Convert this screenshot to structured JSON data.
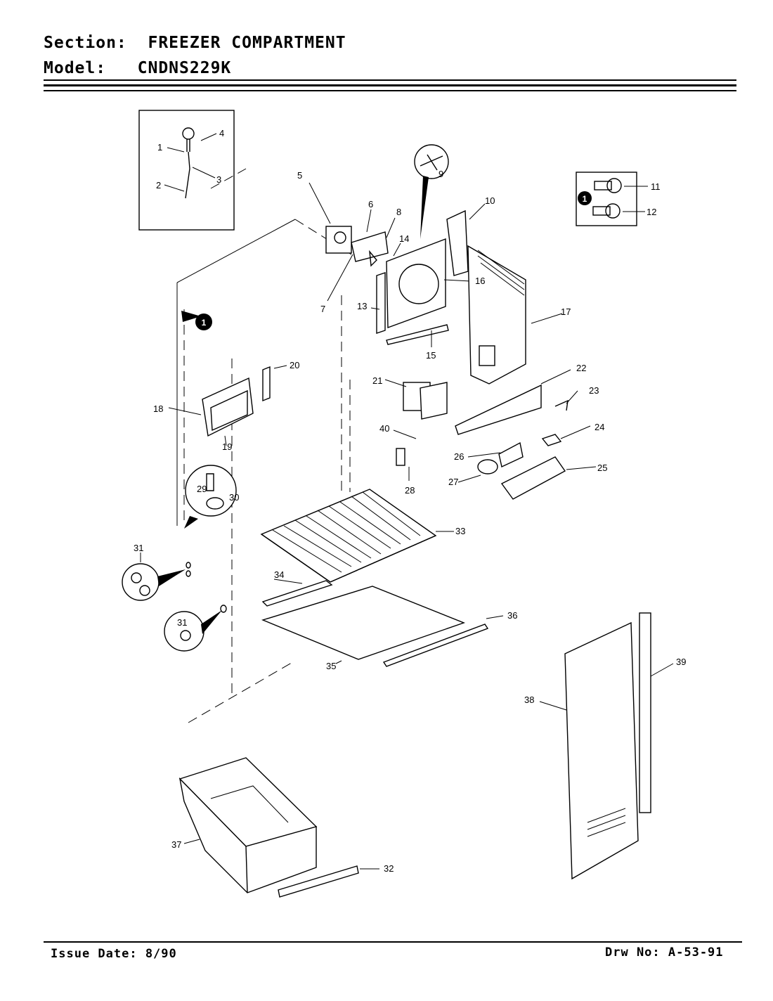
{
  "header": {
    "section_label": "Section:",
    "section_value": "FREEZER COMPARTMENT",
    "model_label": "Model:",
    "model_value": "CNDNS229K"
  },
  "footer": {
    "issue_date": "Issue Date: 8/90",
    "drawing_number": "Drw No: A-53-91"
  },
  "callouts": {
    "c1": "1",
    "c2": "2",
    "c3": "3",
    "c4": "4",
    "c5": "5",
    "c6": "6",
    "c7": "7",
    "c8": "8",
    "c9": "9",
    "c10": "10",
    "c11": "11",
    "c12": "12",
    "c13": "13",
    "c14": "14",
    "c15": "15",
    "c16": "16",
    "c17": "17",
    "c18": "18",
    "c19": "19",
    "c20": "20",
    "c21": "21",
    "c22": "22",
    "c23": "23",
    "c24": "24",
    "c25": "25",
    "c26": "26",
    "c27": "27",
    "c28": "28",
    "c29": "29",
    "c30": "30",
    "c31a": "31",
    "c31b": "31",
    "c32": "32",
    "c33": "33",
    "c34": "34",
    "c35": "35",
    "c36": "36",
    "c37": "37",
    "c38": "38",
    "c39": "39",
    "c40": "40"
  },
  "markers": {
    "m1a": "1",
    "m1b": "1"
  }
}
